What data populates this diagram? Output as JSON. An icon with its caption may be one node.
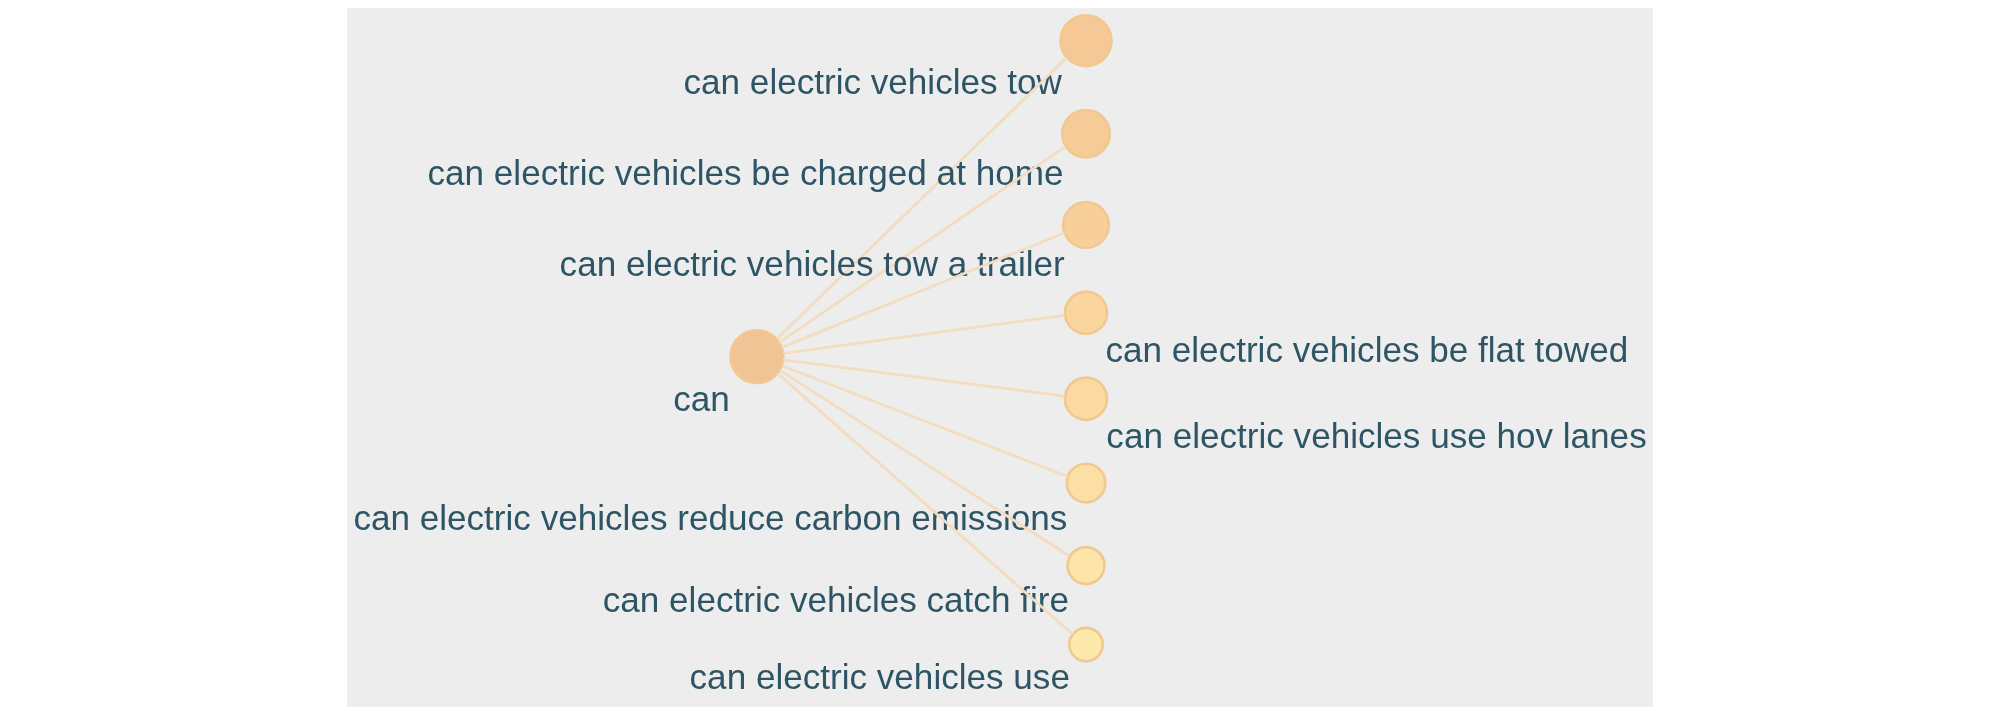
{
  "diagram": {
    "nodes": [
      {
        "text": [],
        "shape": "circle",
        "beside": [
          "can"
        ]
      },
      {
        "text": [],
        "shape": "circle",
        "beside": [
          "can electric vehicles tow"
        ]
      },
      {
        "text": [],
        "shape": "circle",
        "beside": [
          "can electric vehicles be charged at home"
        ]
      },
      {
        "text": [],
        "shape": "circle",
        "beside": [
          "can electric vehicles tow a trailer"
        ]
      },
      {
        "text": [],
        "shape": "circle",
        "beside": [
          "can electric vehicles be flat towed"
        ]
      },
      {
        "text": [],
        "shape": "circle",
        "beside": [
          "can electric vehicles use hov lanes"
        ]
      },
      {
        "text": [],
        "shape": "circle",
        "beside": [
          "can electric vehicles reduce carbon emissions"
        ]
      },
      {
        "text": [],
        "shape": "circle",
        "beside": [
          "can electric vehicles catch fire"
        ]
      },
      {
        "text": [],
        "shape": "circle",
        "beside": [
          "can electric vehicles use"
        ]
      }
    ],
    "edges": [
      {
        "from": 0,
        "to": 1,
        "arrow": "none"
      },
      {
        "from": 0,
        "to": 2,
        "arrow": "none"
      },
      {
        "from": 0,
        "to": 3,
        "arrow": "none"
      },
      {
        "from": 0,
        "to": 4,
        "arrow": "none"
      },
      {
        "from": 0,
        "to": 5,
        "arrow": "none"
      },
      {
        "from": 0,
        "to": 6,
        "arrow": "none"
      },
      {
        "from": 0,
        "to": 7,
        "arrow": "none"
      },
      {
        "from": 0,
        "to": 8,
        "arrow": "none"
      }
    ]
  }
}
